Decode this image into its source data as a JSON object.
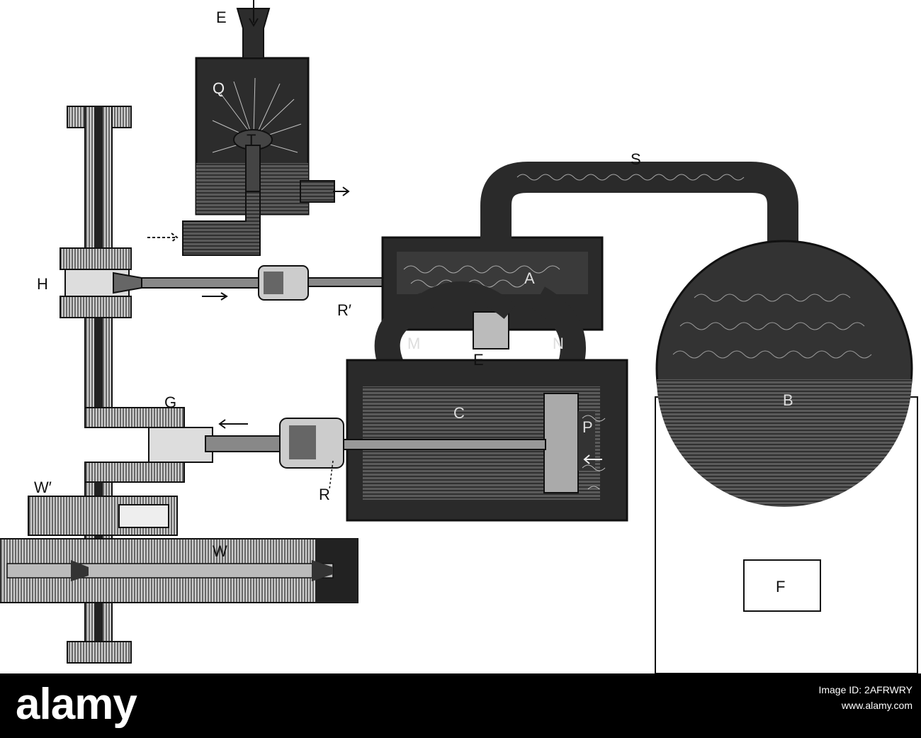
{
  "diagram": {
    "labels": {
      "E_top": "E",
      "Q": "Q",
      "T": "T",
      "S": "S",
      "H": "H",
      "R_prime": "R′",
      "A": "A",
      "E_mid": "E",
      "M": "M",
      "N": "N",
      "G": "G",
      "C": "C",
      "P": "P",
      "R": "R",
      "B": "B",
      "W_prime": "W′",
      "W": "W",
      "F": "F"
    }
  },
  "footer": {
    "brand": "alamy",
    "image_id_label": "Image ID: 2AFRWRY",
    "site": "www.alamy.com"
  },
  "colors": {
    "ink": "#111111",
    "dark_metal": "#2a2a2a",
    "water": "#444444",
    "steam_lines": "#dddddd",
    "footer_bg": "#000000",
    "footer_text": "#ffffff"
  }
}
